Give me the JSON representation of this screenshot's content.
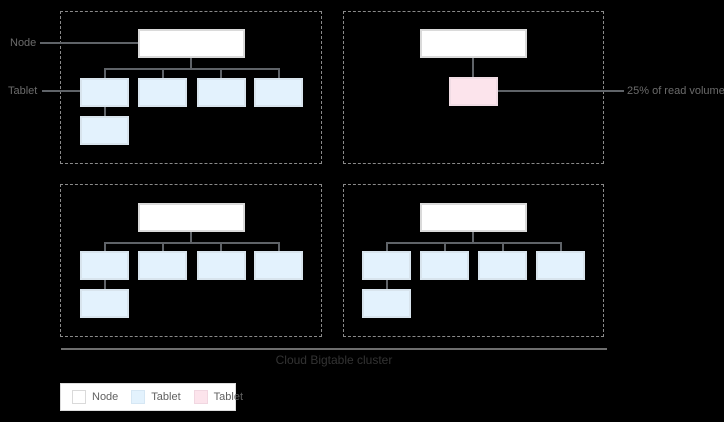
{
  "diagram": {
    "annotations": {
      "node": "Node",
      "tablet": "Tablet",
      "read_volume": "25% of read volume"
    },
    "cluster": {
      "label": "Cloud Bigtable cluster",
      "nodes": [
        {
          "id": 1,
          "position": "top-left",
          "tablets": 5,
          "hot_tablets": 0
        },
        {
          "id": 2,
          "position": "top-right",
          "tablets": 1,
          "hot_tablets": 1,
          "note": "25% of read volume"
        },
        {
          "id": 3,
          "position": "bottom-left",
          "tablets": 5,
          "hot_tablets": 0
        },
        {
          "id": 4,
          "position": "bottom-right",
          "tablets": 5,
          "hot_tablets": 0
        }
      ]
    },
    "legend": {
      "items": [
        {
          "label": "Node",
          "color": "#ffffff"
        },
        {
          "label": "Tablet",
          "color": "#e3f2fd"
        },
        {
          "label": "Tablet",
          "color": "#fce4ec"
        }
      ]
    },
    "colors": {
      "background": "#000000",
      "node_fill": "#ffffff",
      "tablet_fill": "#e3f2fd",
      "hot_tablet_fill": "#fce4ec",
      "connector": "#5f6368",
      "dashed_border": "#8a8a8a",
      "annotation_text": "#6b6b6b",
      "cluster_text": "#333333"
    }
  }
}
